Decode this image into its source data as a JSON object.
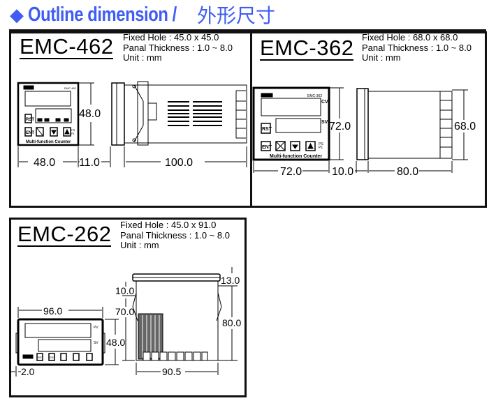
{
  "header": {
    "icon": "diamond-icon",
    "title_en": "Outline dimension /",
    "title_zh": "外形尺寸",
    "color": "#3f5df2"
  },
  "models": [
    {
      "name": "EMC-462",
      "fixed_hole": "Fixed Hole : 45.0 x 45.0",
      "thickness": "Panal Thickness : 1.0 ~ 8.0",
      "unit": "Unit : mm",
      "dims": {
        "height": "48.0",
        "width": "48.0",
        "bezel": "11.0",
        "depth": "100.0"
      },
      "front": {
        "model_label": "EMC-462",
        "buttons": [
          "RST",
          "ENT"
        ],
        "caption": "Multi-function Counter",
        "indicators": [
          "PS",
          "P1"
        ]
      }
    },
    {
      "name": "EMC-362",
      "fixed_hole": "Fixed Hole : 68.0 x 68.0",
      "thickness": "Panal Thickness : 1.0 ~ 8.0",
      "unit": "Unit : mm",
      "dims": {
        "height": "72.0",
        "width": "72.0",
        "bezel": "10.0",
        "depth": "80.0",
        "body_height": "68.0"
      },
      "front": {
        "model_label": "EMC-362",
        "buttons": [
          "RST",
          "ENT"
        ],
        "caption": "Multi-function Counter",
        "pv": "CV",
        "sv": "SV",
        "indicators": [
          "PS",
          "P1"
        ]
      }
    },
    {
      "name": "EMC-262",
      "fixed_hole": "Fixed Hole : 45.0 x 91.0",
      "thickness": "Panal Thickness : 1.0 ~ 8.0",
      "unit": "Unit : mm",
      "dims": {
        "width": "96.0",
        "height": "48.0",
        "ear": "2.0",
        "depth": "90.5",
        "body_height": "80.0",
        "top": "13.0",
        "cap": "10.0",
        "inner": "70.0"
      },
      "front": {
        "buttons": [
          "RST",
          "ENT"
        ],
        "pv": "PV",
        "sv": "SV"
      }
    }
  ]
}
